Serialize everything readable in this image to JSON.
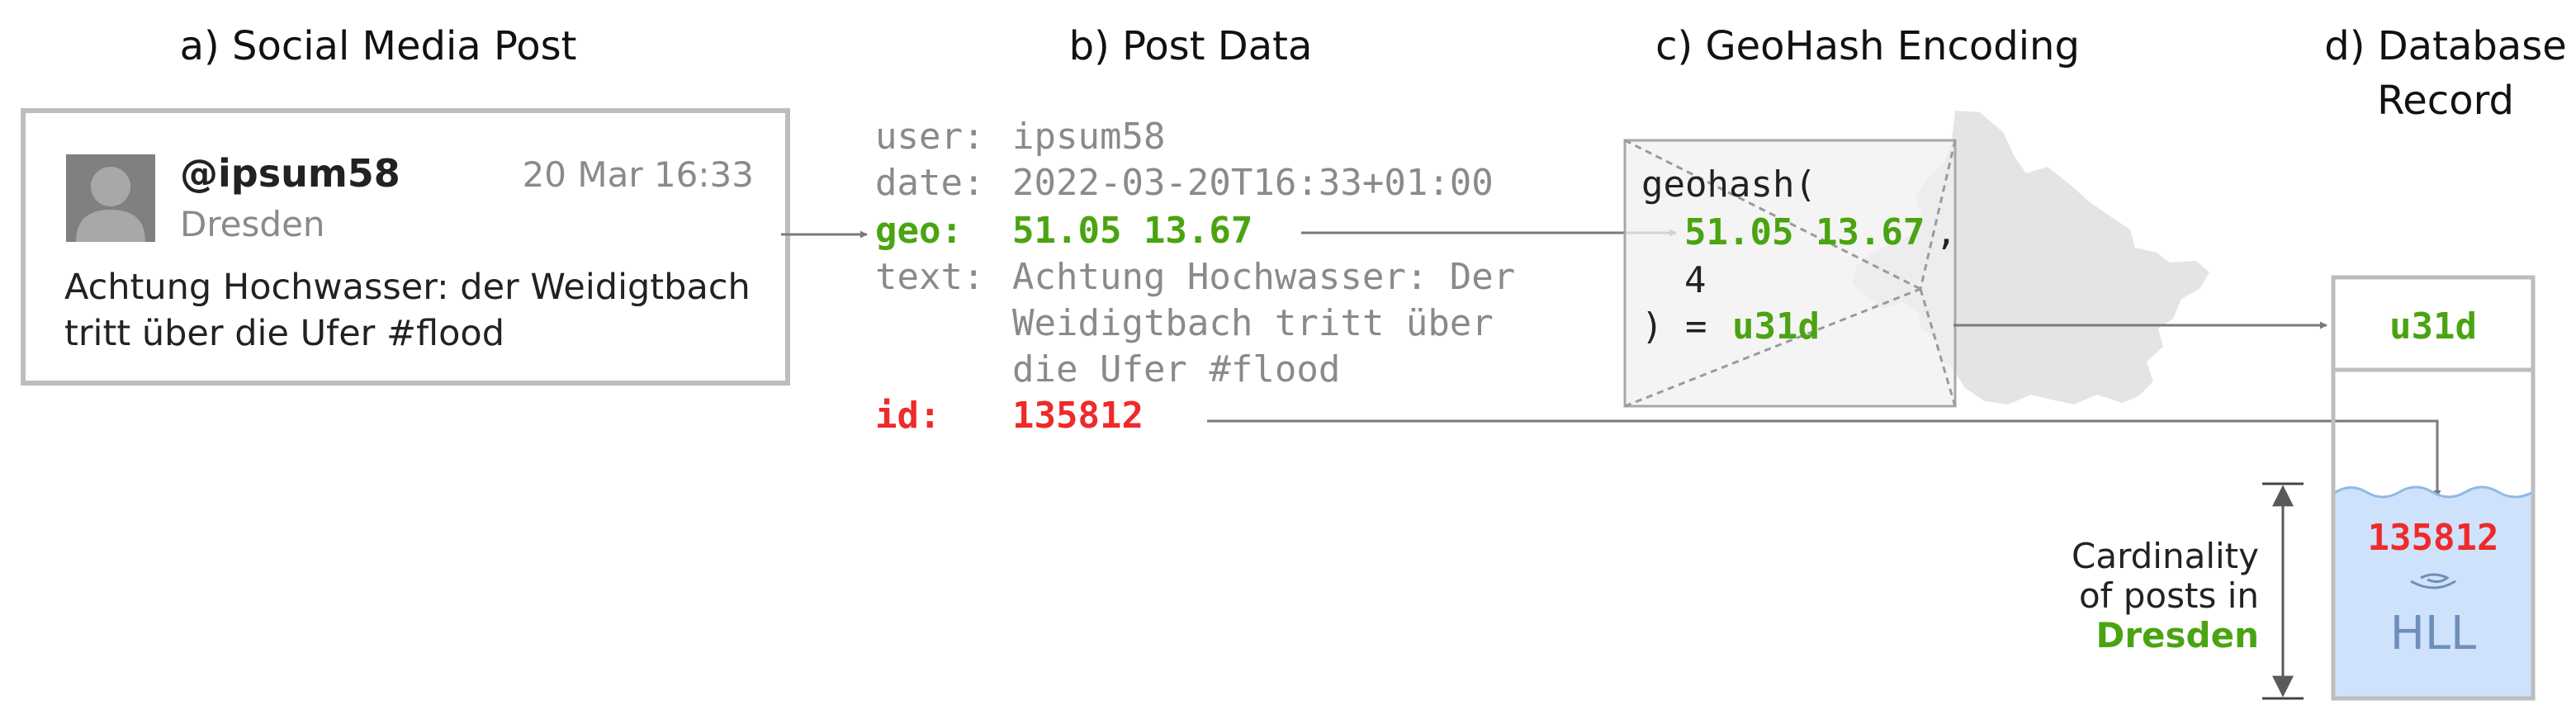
{
  "headings": {
    "a": "a) Social Media Post",
    "b": "b) Post Data",
    "c": "c) GeoHash Encoding",
    "d_line1": "d) Database",
    "d_line2": "Record"
  },
  "post": {
    "username": "@ipsum58",
    "timestamp": "20 Mar 16:33",
    "location": "Dresden",
    "text_line1": "Achtung Hochwasser: der Weidigtbach",
    "text_line2": "tritt über die Ufer #flood"
  },
  "post_data": {
    "user_key": "user:",
    "user_val": "ipsum58",
    "date_key": "date:",
    "date_val": "2022-03-20T16:33+01:00",
    "geo_key": "geo:",
    "geo_val": "51.05 13.67",
    "text_key": "text:",
    "text_line1": "Achtung Hochwasser: Der",
    "text_line2": "Weidigtbach tritt über",
    "text_line3": "die Ufer #flood",
    "id_key": "id:",
    "id_val": "135812"
  },
  "geohash": {
    "func": "geohash(",
    "coords": "51.05 13.67",
    "comma": ",",
    "precision": "4",
    "result_prefix": ") = ",
    "result": "u31d"
  },
  "record": {
    "key": "u31d",
    "id": "135812",
    "hll_label": "HLL"
  },
  "cardinality": {
    "line1": "Cardinality",
    "line2": "of posts in",
    "line3": "Dresden"
  },
  "colors": {
    "green": "#4aa412",
    "red": "#ee2a2a",
    "water": "#cfe2fb",
    "water_line": "#8fb8ea",
    "hll_text": "#6f8fb8"
  }
}
